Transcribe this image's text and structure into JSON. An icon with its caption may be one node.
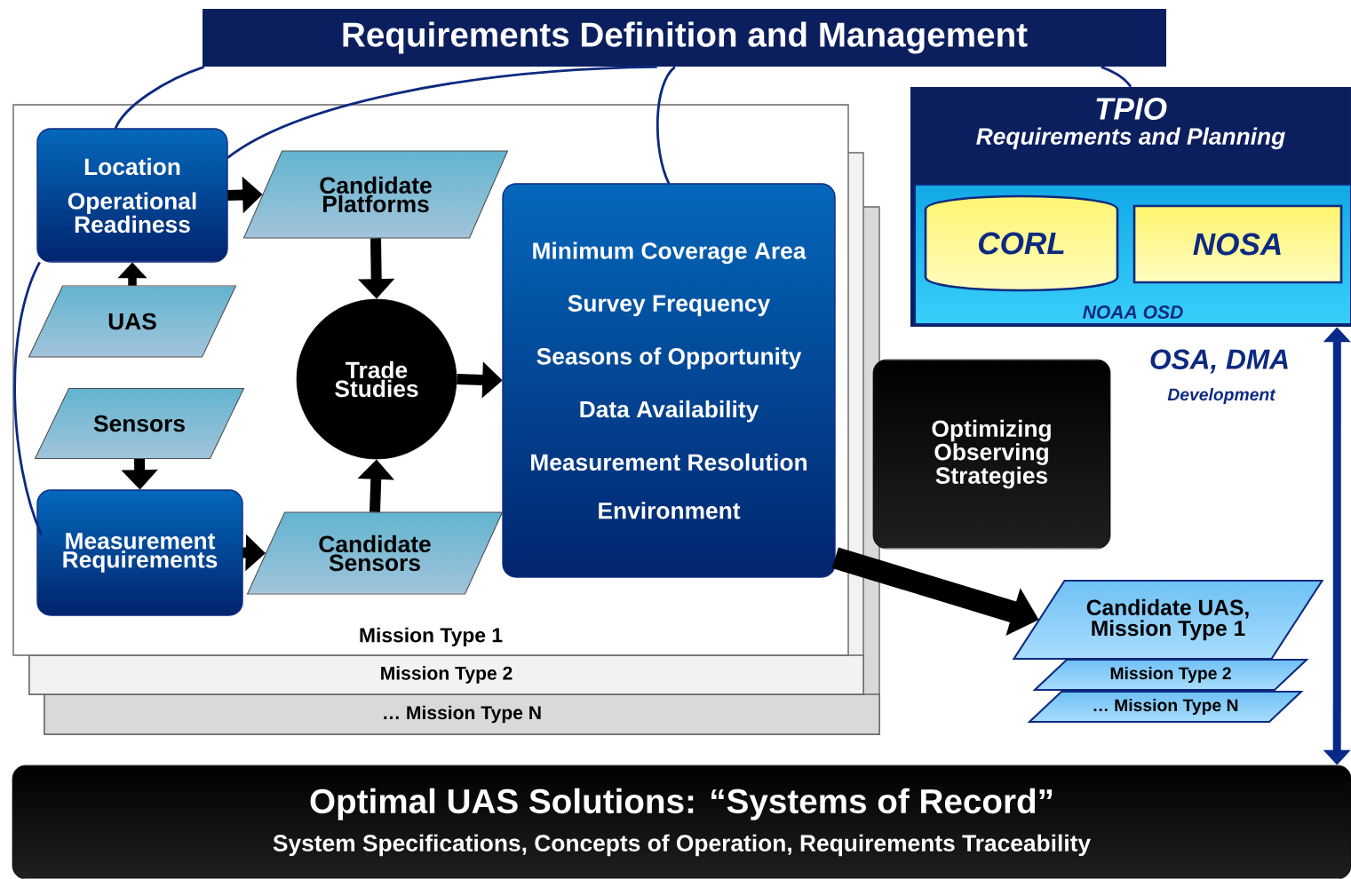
{
  "diagram": {
    "nodes": [
      {
        "text": [
          "Requirements Definition and Management"
        ]
      },
      {
        "text": [
          "Mission Type 1"
        ]
      },
      {
        "text": [
          "Location",
          "Operational Readiness"
        ],
        "in": 1
      },
      {
        "text": [
          "Candidate Platforms"
        ],
        "in": 1
      },
      {
        "text": [
          "UAS"
        ],
        "in": 1
      },
      {
        "text": [
          "Trade Studies"
        ],
        "in": 1
      },
      {
        "text": [
          "Minimum Coverage Area",
          "Survey Frequency",
          "Seasons of Opportunity",
          "Data Availability",
          "Measurement Resolution",
          "Environment"
        ],
        "in": 1
      },
      {
        "text": [
          "Sensors"
        ],
        "in": 1
      },
      {
        "text": [
          "Measurement Requirements"
        ],
        "in": 1
      },
      {
        "text": [
          "Candidate Sensors"
        ],
        "in": 1
      },
      {
        "text": [
          "Mission Type 2"
        ]
      },
      {
        "text": [
          "… Mission Type N"
        ]
      },
      {
        "text": [
          "TPIO",
          "Requirements and Planning"
        ]
      },
      {
        "text": [
          "NOAA OSD"
        ],
        "in": 12
      },
      {
        "text": [
          "CORL"
        ],
        "in": 13
      },
      {
        "text": [
          "NOSA"
        ],
        "in": 13
      },
      {
        "text": [
          "Optimizing Observing Strategies"
        ]
      },
      {
        "text": [
          "Candidate UAS, Mission Type 1"
        ]
      },
      {
        "text": [
          "Mission Type 2"
        ]
      },
      {
        "text": [
          "… Mission Type N"
        ]
      },
      {
        "text": [
          "Optimal UAS Solutions: “Systems of Record”",
          "System Specifications, Concepts of Operation, Requirements Traceability"
        ]
      }
    ],
    "edges": [
      {
        "from": 0,
        "to": 2,
        "arrow": "none",
        "color": "#0d2a80"
      },
      {
        "from": 0,
        "to": 2,
        "arrow": "none",
        "color": "#0d2a80"
      },
      {
        "from": 0,
        "to": 6,
        "arrow": "none",
        "color": "#0d2a80"
      },
      {
        "from": 0,
        "to": 12,
        "arrow": "none",
        "color": "#0d2a80"
      },
      {
        "from": 2,
        "to": 8,
        "arrow": "none",
        "color": "#0d2a80"
      },
      {
        "from": 2,
        "to": 3,
        "arrow": "to"
      },
      {
        "from": 4,
        "to": 2,
        "arrow": "to"
      },
      {
        "from": 3,
        "to": 5,
        "arrow": "to"
      },
      {
        "from": 9,
        "to": 5,
        "arrow": "to"
      },
      {
        "from": 5,
        "to": 6,
        "arrow": "to"
      },
      {
        "from": 7,
        "to": 8,
        "arrow": "to"
      },
      {
        "from": 8,
        "to": 9,
        "arrow": "to"
      },
      {
        "from": 6,
        "to": 17,
        "arrow": "to",
        "style": "thick"
      },
      {
        "from": 12,
        "to": 20,
        "arrow": "both",
        "color": "#0a2a8a"
      }
    ],
    "labels": [
      "OSA, DMA",
      "Development"
    ]
  }
}
